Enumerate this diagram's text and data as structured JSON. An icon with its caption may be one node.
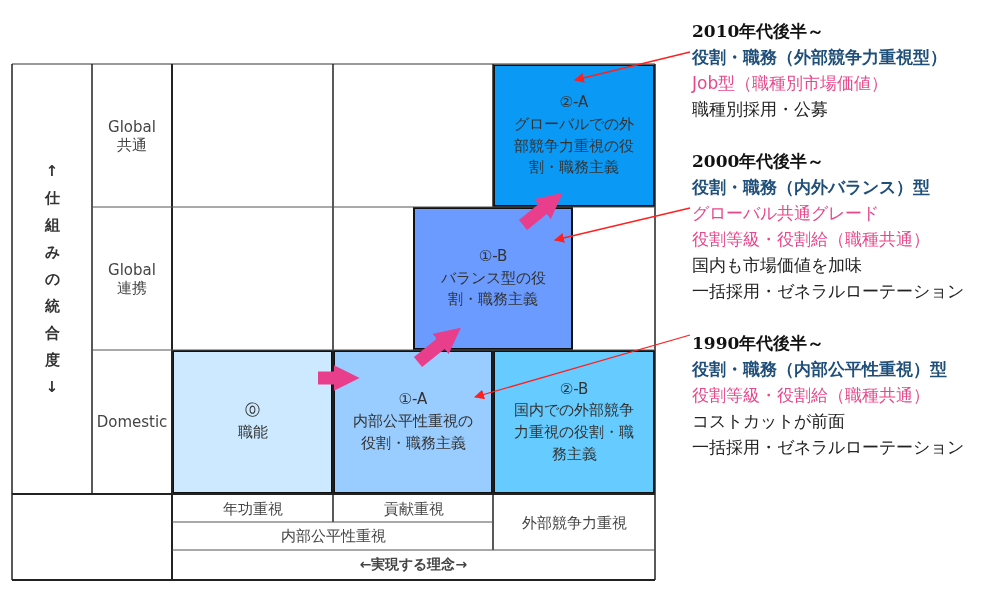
{
  "diagram": {
    "nodes": [
      {
        "text": [
          "⓪",
          "職能"
        ]
      },
      {
        "text": [
          "①-A",
          "内部公平性重視の役割・職務主義"
        ]
      },
      {
        "text": [
          "①-B",
          "バランス型の役割・職務主義"
        ]
      },
      {
        "text": [
          "②-A",
          "グローバルでの外部競争力重視の役割・職務主義"
        ]
      },
      {
        "text": [
          "②-B",
          "国内での外部競争力重視の役割・職務主義"
        ]
      },
      {
        "text": [
          "2010年代後半～",
          "役割・職務（外部競争力重視型）",
          "Job型（職種別市場価値）",
          "職種別採用・公募"
        ]
      },
      {
        "text": [
          "2000年代後半～",
          "役割・職務（内外バランス）型",
          "グローバル共通グレード",
          "役割等級・役割給（職種共通）",
          "国内も市場価値を加味",
          "一括採用・ゼネラルローテーション"
        ]
      },
      {
        "text": [
          "1990年代後半～",
          "役割・職務（内部公平性重視）型",
          "役割等級・役割給（職種共通）",
          "コストカットが前面",
          "一括採用・ゼネラルローテーション"
        ]
      }
    ],
    "edges": [
      {
        "from": 0,
        "to": 1,
        "arrow": "to",
        "style": "thick",
        "color": "#e83e8c"
      },
      {
        "from": 1,
        "to": 2,
        "arrow": "to",
        "style": "thick",
        "color": "#e83e8c"
      },
      {
        "from": 2,
        "to": 3,
        "arrow": "to",
        "style": "thick",
        "color": "#e83e8c"
      },
      {
        "from": 5,
        "to": 3,
        "arrow": "to",
        "color": "#ff2020"
      },
      {
        "from": 6,
        "to": 2,
        "arrow": "to",
        "color": "#ff2020"
      },
      {
        "from": 7,
        "to": 1,
        "arrow": "to",
        "color": "#ff2020"
      }
    ],
    "labels": [
      "↑仕組みの統合度↓",
      "Global 共通",
      "Global 連携",
      "Domestic",
      "年功重視",
      "貢献重視",
      "外部競争力重視",
      "内部公平性重視",
      "←実現する理念→"
    ]
  }
}
